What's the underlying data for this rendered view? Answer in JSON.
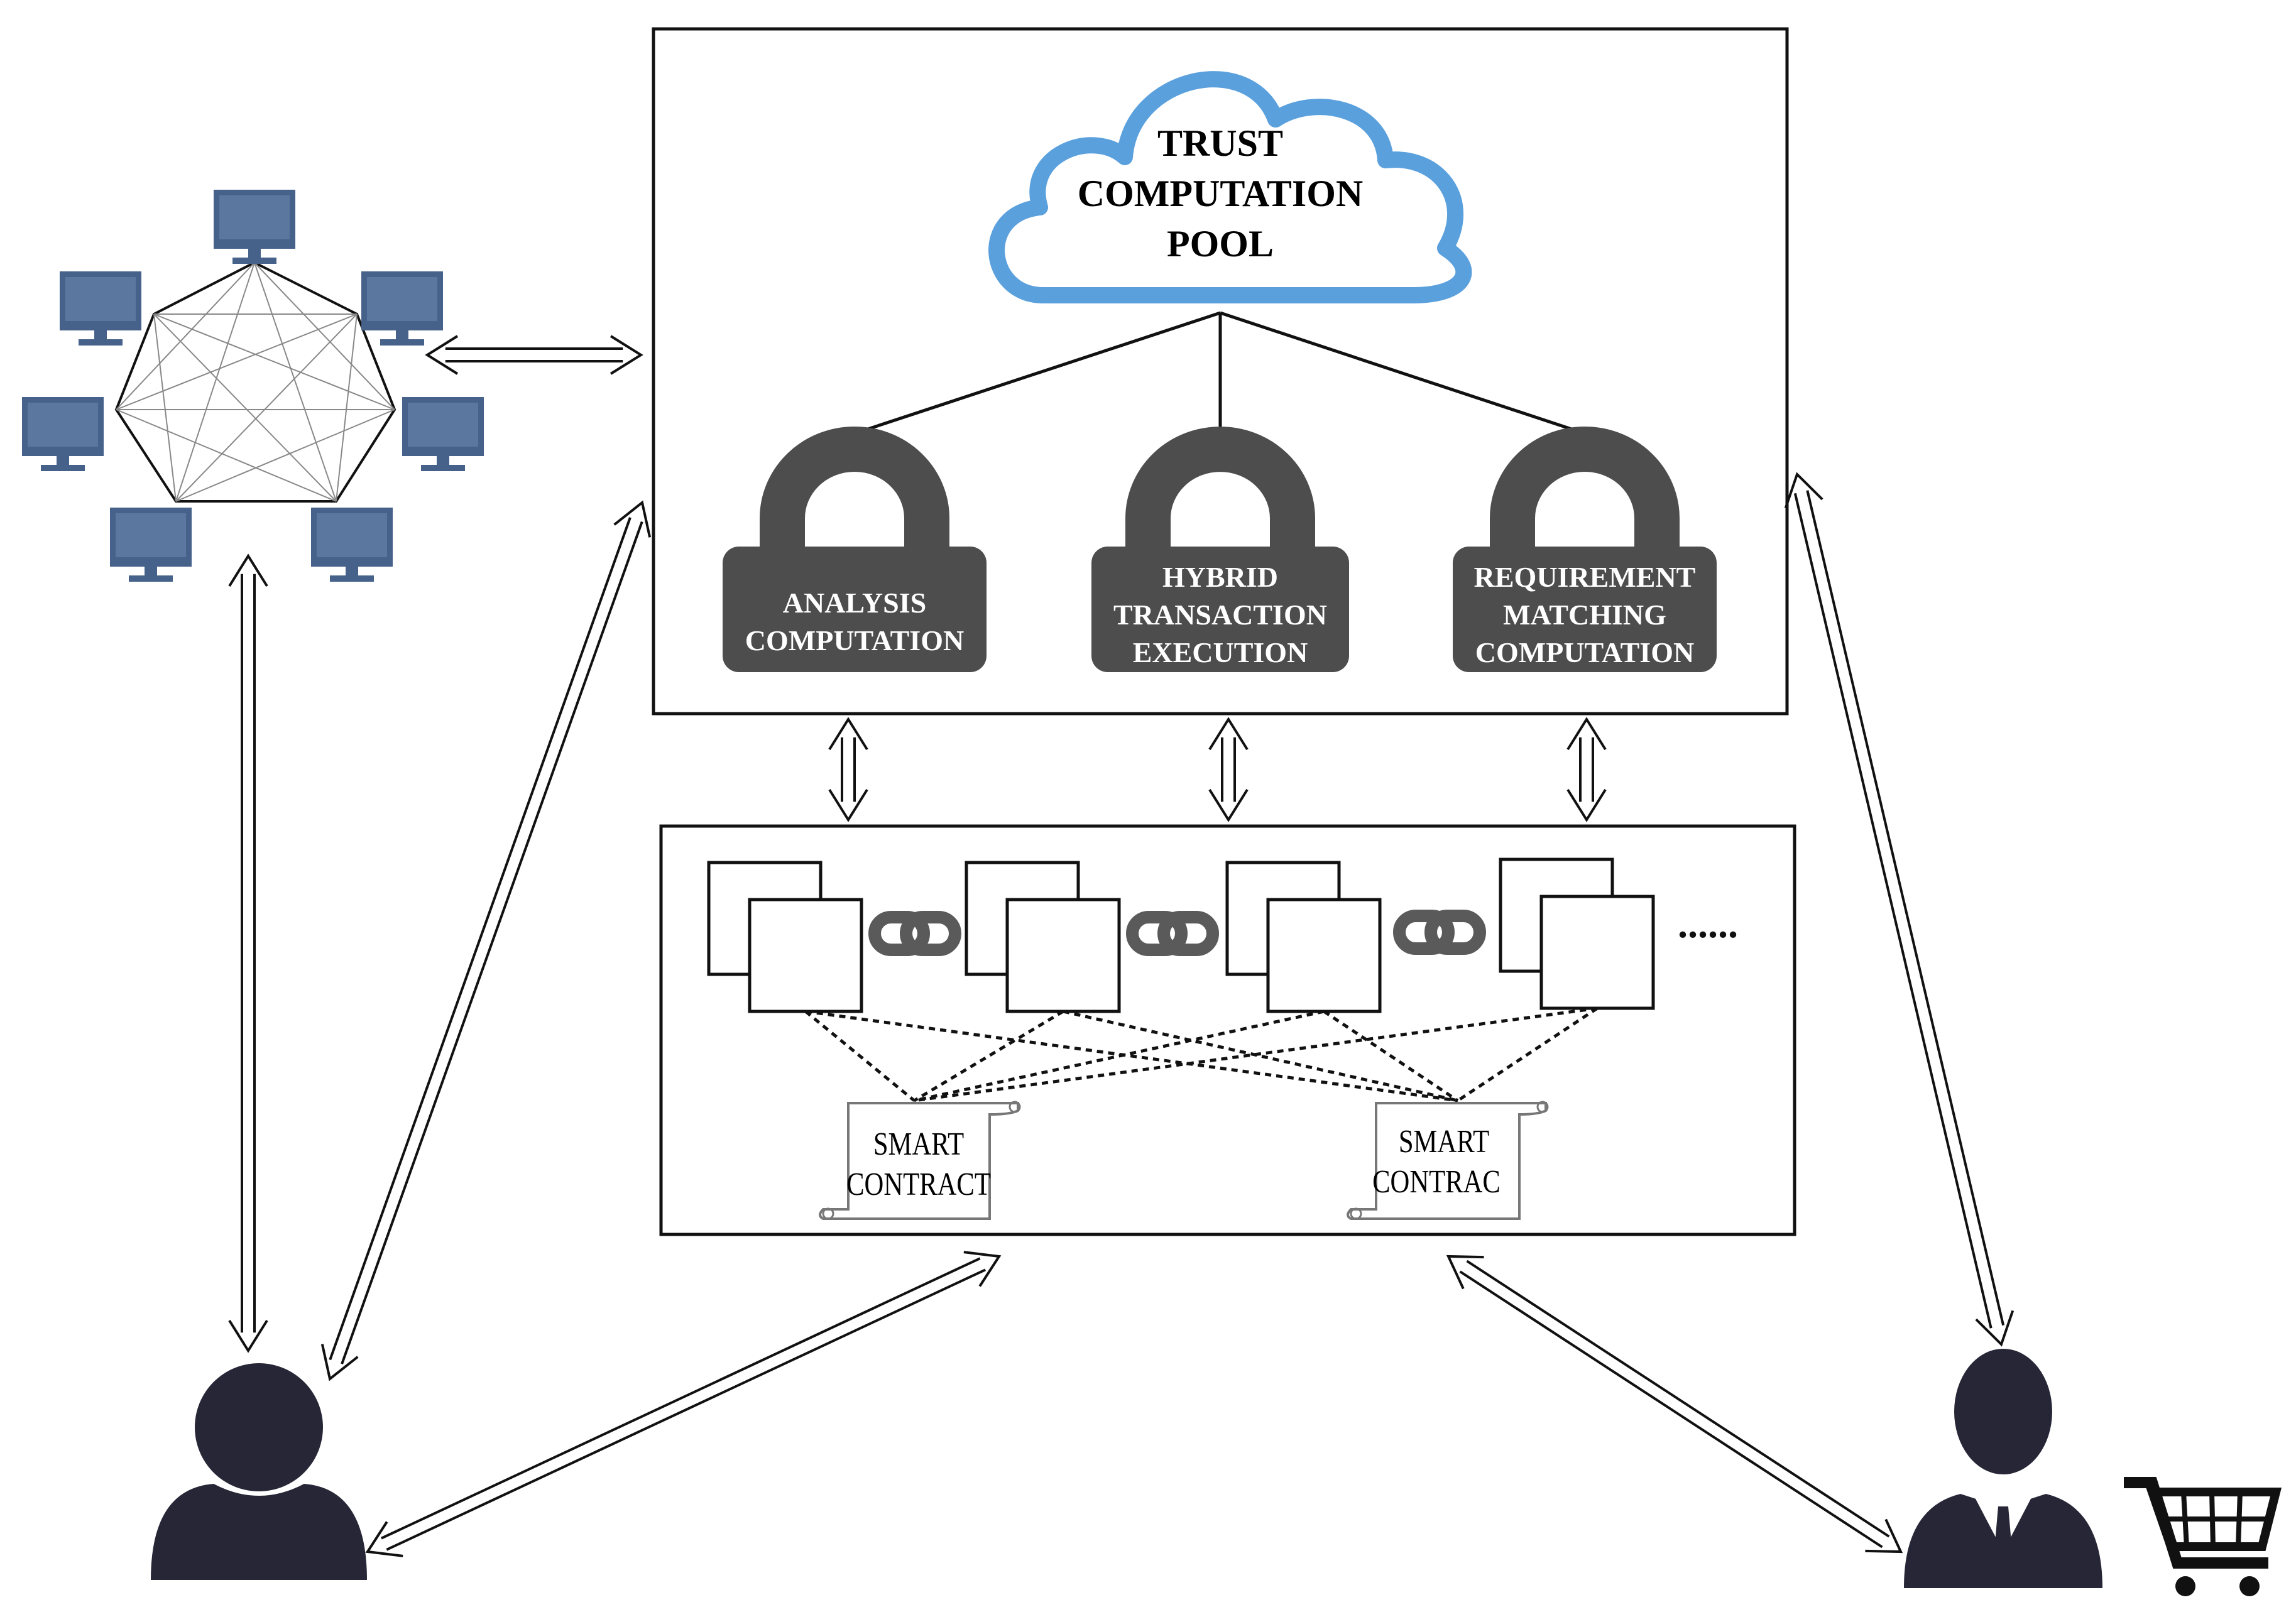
{
  "trust_pool": {
    "lines": [
      "TRUST",
      "COMPUTATION",
      "POOL"
    ]
  },
  "modules": [
    {
      "id": "analysis",
      "lines": [
        "ANALYSIS",
        "COMPUTATION"
      ]
    },
    {
      "id": "hybrid",
      "lines": [
        "HYBRID",
        "TRANSACTION",
        "EXECUTION"
      ]
    },
    {
      "id": "requirement",
      "lines": [
        "REQUIREMENT",
        "MATCHING",
        "COMPUTATION"
      ]
    }
  ],
  "blockchain": {
    "ellipsis": "......",
    "contracts": [
      {
        "lines": [
          "SMART",
          "CONTRACT"
        ]
      },
      {
        "lines": [
          "SMART",
          "CONTRAC"
        ]
      }
    ]
  },
  "colors": {
    "cloud_stroke": "#5aa0dd",
    "lock_fill": "#4d4d4d",
    "person_fill": "#262636",
    "monitor_fill": "#46628a",
    "line": "#111111"
  },
  "icons": {
    "network": "peer-network-icon",
    "user": "user-icon",
    "seller": "businessman-icon",
    "cart": "shopping-cart-icon"
  }
}
